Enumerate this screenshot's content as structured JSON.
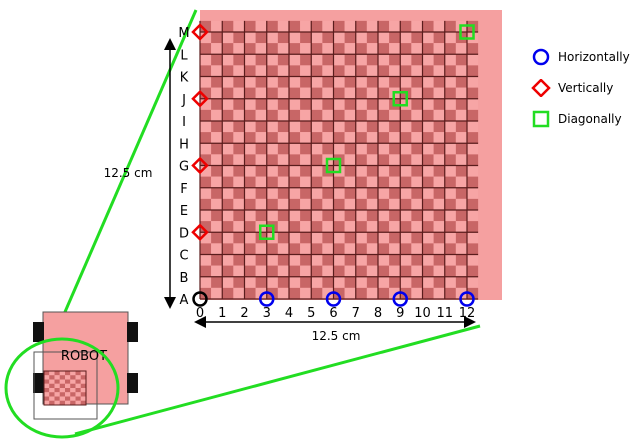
{
  "board": {
    "row_labels": [
      "A",
      "B",
      "C",
      "D",
      "E",
      "F",
      "G",
      "H",
      "I",
      "J",
      "K",
      "L",
      "M"
    ],
    "col_labels": [
      "0",
      "1",
      "2",
      "3",
      "4",
      "5",
      "6",
      "7",
      "8",
      "9",
      "10",
      "11",
      "12"
    ],
    "vertical_dimension": "12.5 cm",
    "horizontal_dimension": "12.5 cm"
  },
  "robot": {
    "label": "ROBOT"
  },
  "legend": {
    "items": [
      {
        "key": "horizontal",
        "label": "Horizontally",
        "marker": "circle",
        "color": "#0000ee"
      },
      {
        "key": "vertical",
        "label": "Vertically",
        "marker": "diamond",
        "color": "#ee0000"
      },
      {
        "key": "diagonal",
        "label": "Diagonally",
        "marker": "square",
        "color": "#22dd22"
      }
    ]
  },
  "markers": {
    "origin": {
      "col": 0,
      "row": 0,
      "color": "#000000"
    },
    "horizontal": [
      {
        "col": 3,
        "row": 0
      },
      {
        "col": 6,
        "row": 0
      },
      {
        "col": 9,
        "row": 0
      },
      {
        "col": 12,
        "row": 0
      }
    ],
    "vertical": [
      {
        "col": 0,
        "row": 3
      },
      {
        "col": 0,
        "row": 6
      },
      {
        "col": 0,
        "row": 9
      },
      {
        "col": 0,
        "row": 12
      }
    ],
    "diagonal": [
      {
        "col": 3,
        "row": 3
      },
      {
        "col": 6,
        "row": 6
      },
      {
        "col": 9,
        "row": 9
      },
      {
        "col": 12,
        "row": 12
      }
    ]
  },
  "colors": {
    "board_bg": "#f5a0a0",
    "square_light": "#f7a5a5",
    "square_dark": "#c86666",
    "grid_line": "#5a1c1c",
    "zoom_lines": "#22dd22"
  }
}
